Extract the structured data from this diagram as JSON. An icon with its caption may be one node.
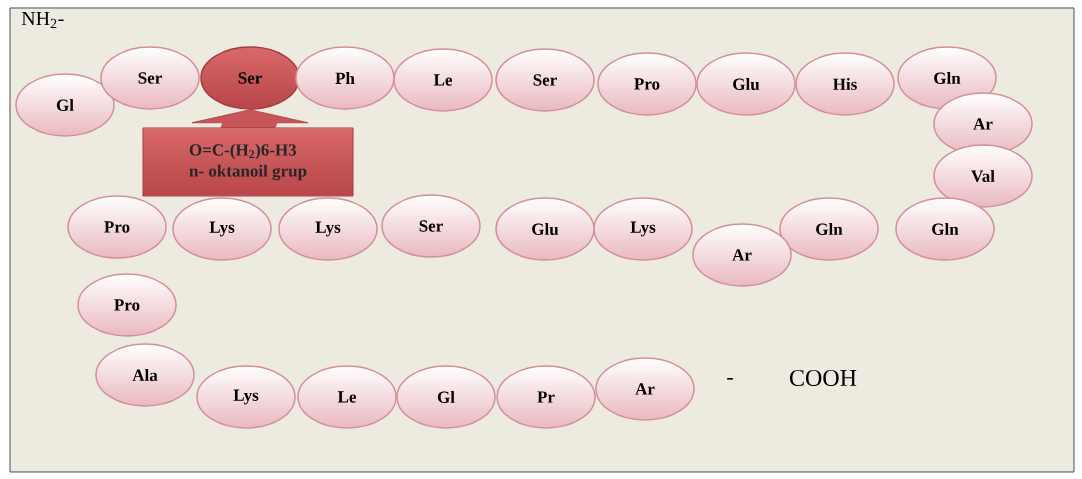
{
  "diagram": {
    "nodes": [
      {
        "text": [
          "Gl"
        ]
      },
      {
        "text": [
          "Ser"
        ]
      },
      {
        "text": [
          "Ser"
        ]
      },
      {
        "text": [
          "Ph"
        ]
      },
      {
        "text": [
          "Le"
        ]
      },
      {
        "text": [
          "Ser"
        ]
      },
      {
        "text": [
          "Pro"
        ]
      },
      {
        "text": [
          "Glu"
        ]
      },
      {
        "text": [
          "His"
        ]
      },
      {
        "text": [
          "Gln"
        ]
      },
      {
        "text": [
          "Ar"
        ]
      },
      {
        "text": [
          "Val"
        ]
      },
      {
        "text": [
          "Gln"
        ]
      },
      {
        "text": [
          "Gln"
        ]
      },
      {
        "text": [
          "Ar"
        ]
      },
      {
        "text": [
          "Lys"
        ]
      },
      {
        "text": [
          "Glu"
        ]
      },
      {
        "text": [
          "Ser"
        ]
      },
      {
        "text": [
          "Lys"
        ]
      },
      {
        "text": [
          "Lys"
        ]
      },
      {
        "text": [
          "Pro"
        ]
      },
      {
        "text": [
          "Pro"
        ]
      },
      {
        "text": [
          "Ala"
        ]
      },
      {
        "text": [
          "Lys"
        ]
      },
      {
        "text": [
          "Le"
        ]
      },
      {
        "text": [
          "Gl"
        ]
      },
      {
        "text": [
          "Pr"
        ]
      },
      {
        "text": [
          "Ar"
        ]
      },
      {
        "text": [
          "O=C-(H$_{2}$)6-H3",
          "n- oktanoil grup"
        ]
      }
    ],
    "edges": [
      {
        "from": 28,
        "to": 2,
        "arrow": "to"
      }
    ],
    "labels": [
      "NH$_{2}$-",
      "-",
      "COOH"
    ]
  }
}
